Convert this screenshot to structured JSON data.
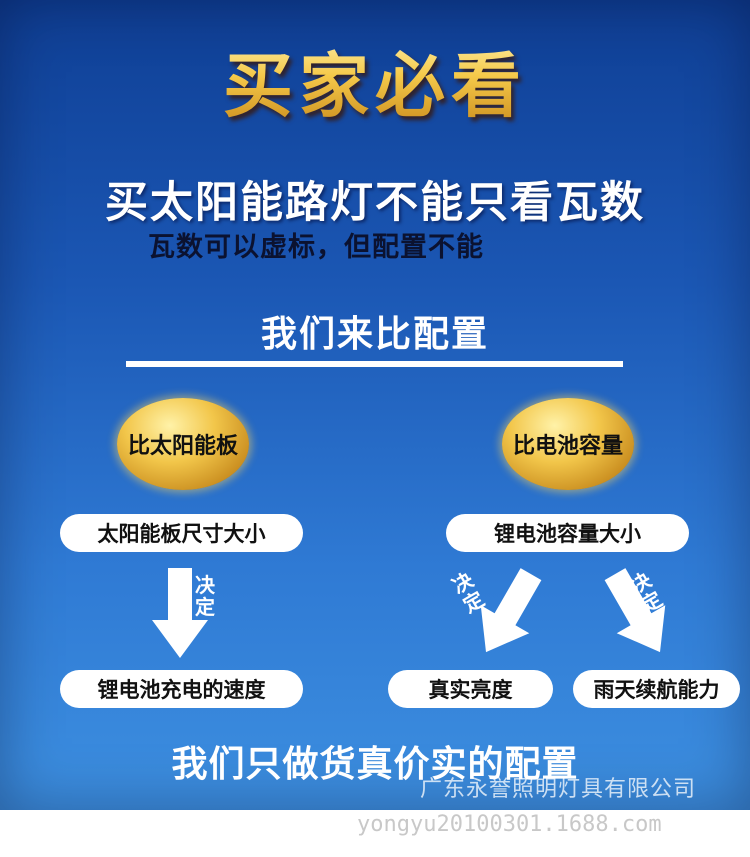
{
  "headline": "买家必看",
  "subtitle": "买太阳能路灯不能只看瓦数",
  "note": "瓦数可以虚标，但配置不能",
  "compare_heading": "我们来比配置",
  "left_branch": {
    "badge": "比太阳能板",
    "factor": "太阳能板尺寸大小",
    "arrow_label": "决定",
    "result": "锂电池充电的速度"
  },
  "right_branch": {
    "badge": "比电池容量",
    "factor": "锂电池容量大小",
    "arrow_label_left": "决定",
    "arrow_label_right": "决定",
    "result_left": "真实亮度",
    "result_right": "雨天续航能力"
  },
  "bottom_line": "我们只做货真价实的配置",
  "company": "广东永誉照明灯具有限公司",
  "url": "yongyu20100301.1688.com",
  "colors": {
    "background_top": "#0f3f95",
    "background_bottom": "#3d8fe0",
    "gold": "#f2c64a"
  }
}
